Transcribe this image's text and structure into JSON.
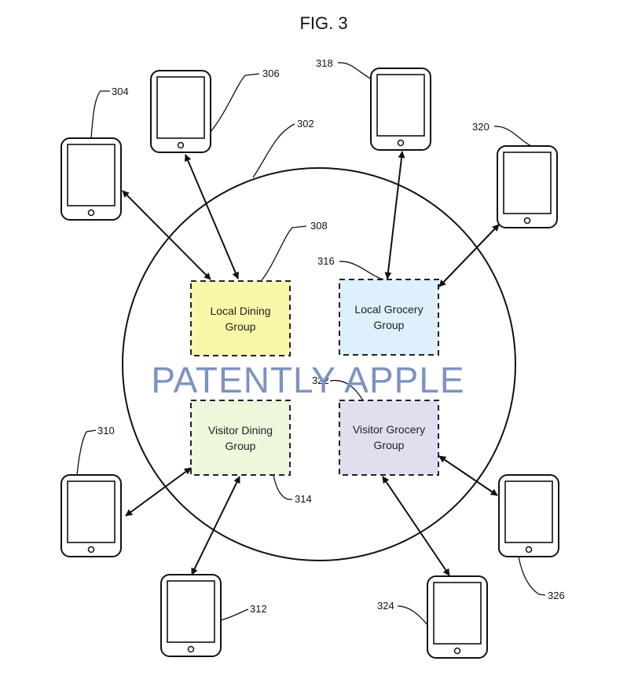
{
  "figure_title": "FIG. 3",
  "watermark": "PATENTLY APPLE",
  "network": {
    "ref": "302"
  },
  "groups": [
    {
      "id": "local-dining",
      "ref": "308",
      "lines": [
        "Local Dining",
        "Group"
      ],
      "color": "#fbf7a9"
    },
    {
      "id": "local-grocery",
      "ref": "316",
      "lines": [
        "Local Grocery",
        "Group"
      ],
      "color": "#ddf0fb"
    },
    {
      "id": "visitor-dining",
      "ref": "314",
      "lines": [
        "Visitor Dining",
        "Group"
      ],
      "color": "#eef7dc"
    },
    {
      "id": "visitor-grocery",
      "ref": "322",
      "lines": [
        "Visitor Grocery",
        "Group"
      ],
      "color": "#e2def0"
    }
  ],
  "devices": [
    {
      "ref": "304",
      "group": "local-dining"
    },
    {
      "ref": "306",
      "group": "local-dining"
    },
    {
      "ref": "318",
      "group": "local-grocery"
    },
    {
      "ref": "320",
      "group": "local-grocery"
    },
    {
      "ref": "310",
      "group": "visitor-dining"
    },
    {
      "ref": "312",
      "group": "visitor-dining"
    },
    {
      "ref": "324",
      "group": "visitor-grocery"
    },
    {
      "ref": "326",
      "group": "visitor-grocery"
    }
  ]
}
